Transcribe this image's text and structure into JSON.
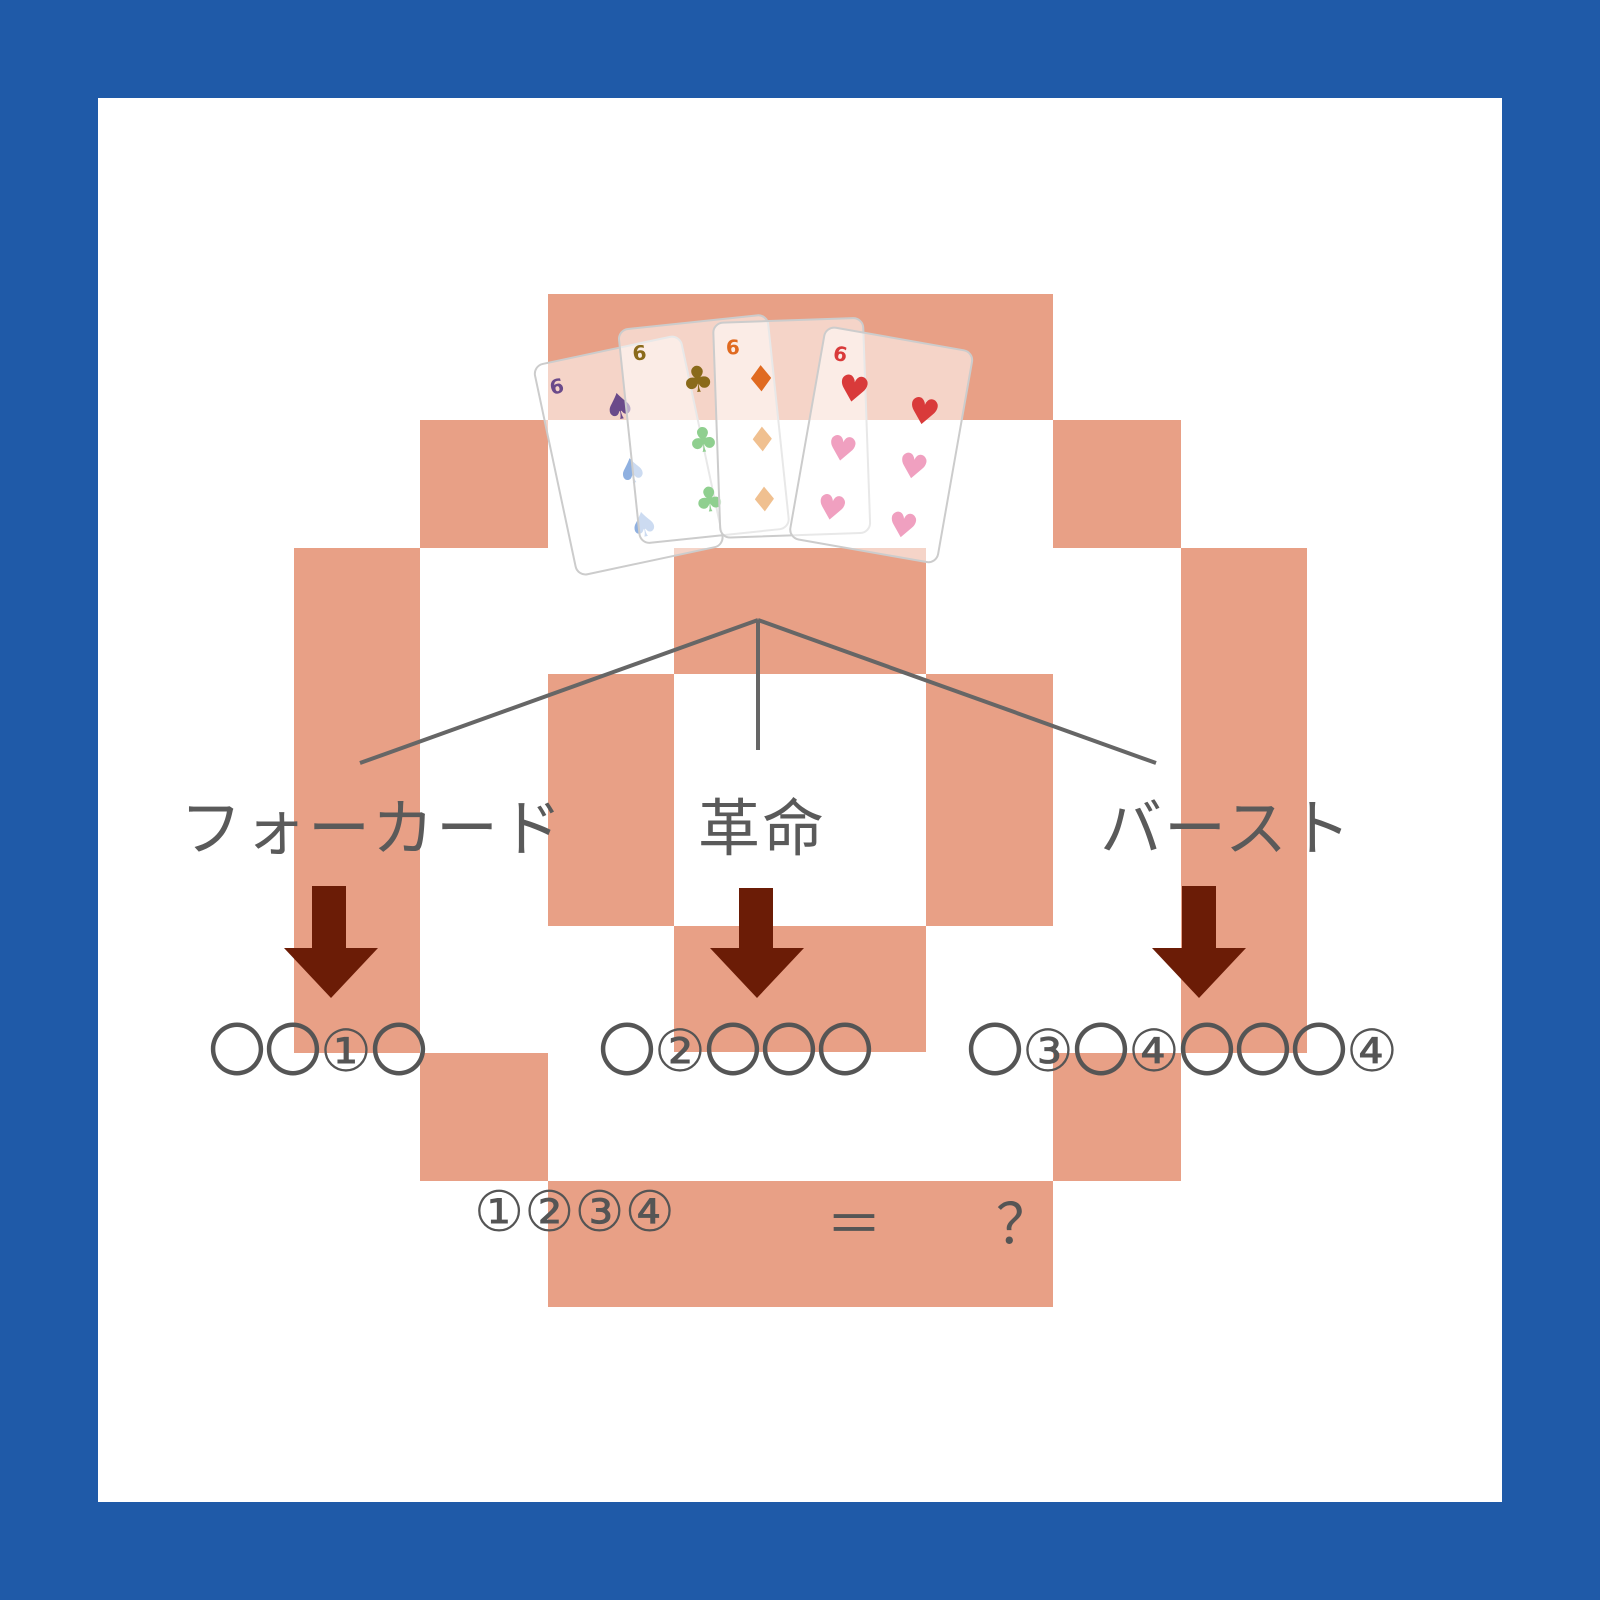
{
  "colors": {
    "frame": "#1f5aa8",
    "background": "#ffffff",
    "pixel_ring": "#e8a086",
    "arrow": "#6b1c06",
    "line": "#666666",
    "text": "#555555"
  },
  "cards": [
    {
      "rank": "6",
      "suit": "spade-icon",
      "color": "#6a4a8a",
      "pip_color": "#8fb0e0"
    },
    {
      "rank": "6",
      "suit": "club-icon",
      "color": "#8a6a1a",
      "pip_color": "#8fcf8f"
    },
    {
      "rank": "6",
      "suit": "diamond-icon",
      "color": "#e06a20",
      "pip_color": "#f0c090"
    },
    {
      "rank": "6",
      "suit": "heart-icon",
      "color": "#d93a3a",
      "pip_color": "#f0a0c0"
    }
  ],
  "labels": {
    "four_card": "フォーカード",
    "revolution": "革命",
    "bust": "バースト"
  },
  "patterns": {
    "left": "〇〇①〇",
    "center": "〇②〇〇〇",
    "right": "〇③〇④〇〇〇④"
  },
  "equation": {
    "left": "①②③④",
    "equals": "＝",
    "answer": "？"
  }
}
